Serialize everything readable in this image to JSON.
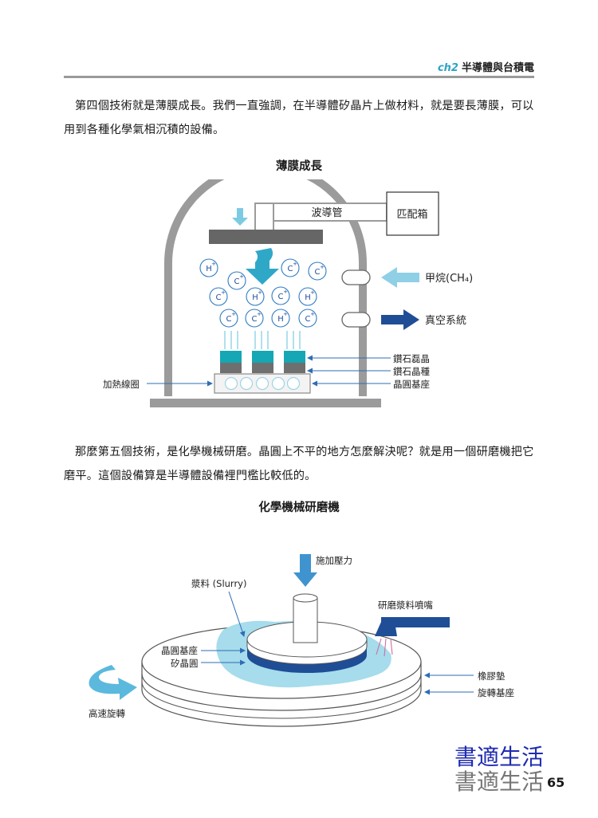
{
  "header": {
    "chapter": "ch2",
    "title": "半導體與台積電"
  },
  "paragraph1": "第四個技術就是薄膜成長。我們一直強調，在半導體矽晶片上做材料，就是要長薄膜，可以用到各種化學氣相沉積的設備。",
  "figure1": {
    "title": "薄膜成長",
    "waveguide": "波導管",
    "matchbox": "匹配箱",
    "methane": "甲烷(CH₄)",
    "vacuum": "真空系統",
    "diamond_epi": "鑽石磊晶",
    "diamond_seed": "鑽石晶種",
    "wafer_base": "晶圓基座",
    "heater": "加熱線圈",
    "ion_h": "H",
    "ion_c": "C",
    "plus": "+"
  },
  "paragraph2": "那麼第五個技術，是化學機械研磨。晶圓上不平的地方怎麼解決呢？就是用一個研磨機把它磨平。這個設備算是半導體設備裡門檻比較低的。",
  "figure2": {
    "title": "化學機械研磨機",
    "pressure": "施加壓力",
    "slurry": "漿料 (Slurry)",
    "nozzle": "研磨漿料噴嘴",
    "wafer_holder": "晶圓基座",
    "silicon_wafer": "矽晶圓",
    "rubber_pad": "橡膠墊",
    "rotating_base": "旋轉基座",
    "high_speed": "高速旋轉"
  },
  "watermark": {
    "line1": "書適生活",
    "line2": "書適生活"
  },
  "page_number": "65",
  "colors": {
    "accent": "#2ea3c6",
    "navy": "#1f4e96",
    "cyan_light": "#7ccbe3",
    "teal": "#15a7b4",
    "slurry": "#a6dcec"
  }
}
